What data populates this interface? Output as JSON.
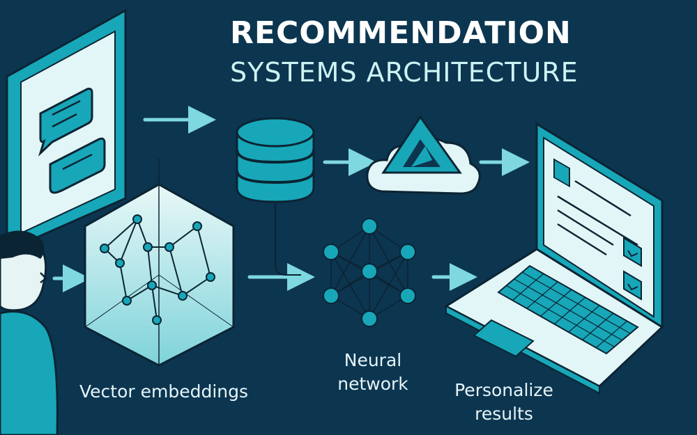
{
  "title": {
    "line1": "RECOMMENDATION",
    "line2": "SYSTEMS ARCHITECTURE"
  },
  "labels": {
    "vector": "Vector embeddings",
    "neural": "Neural network",
    "personalize": "Personalize results"
  },
  "icons": [
    "chat-screen-icon",
    "user-avatar-icon",
    "vector-cube-icon",
    "database-icon",
    "cloud-model-icon",
    "neural-network-icon",
    "laptop-icon"
  ],
  "colors": {
    "background": "#0c3550",
    "accent": "#17a7b8",
    "accent_light": "#8fe0e6",
    "panel": "#e3f6f7"
  }
}
